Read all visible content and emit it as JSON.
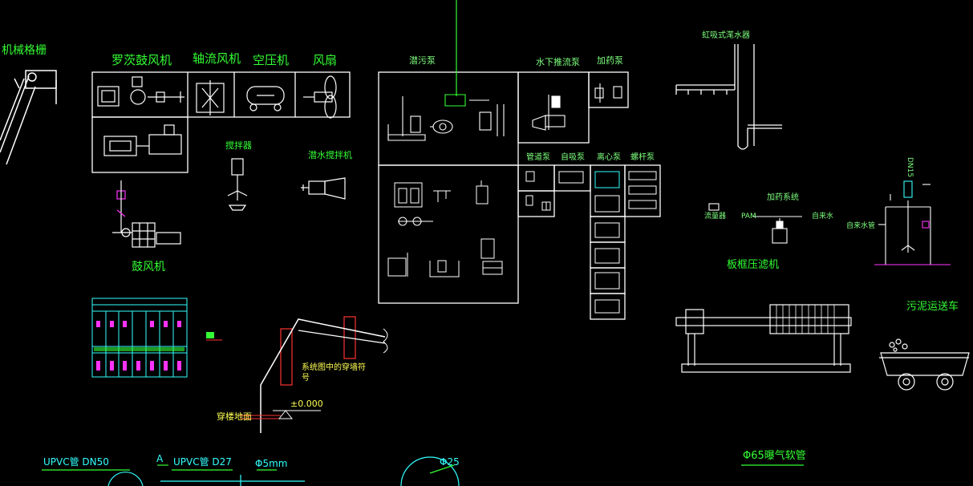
{
  "labels": {
    "mech_screen": "机械格栅",
    "roots_blower": "罗茨鼓风机",
    "axial_fan": "轴流风机",
    "air_compressor": "空压机",
    "fan": "风扇",
    "blower": "鼓风机",
    "mixer": "搅拌器",
    "submersible_mixer": "潜水搅拌机",
    "sewage_pump": "潜污泵",
    "underwater_flow_pump": "水下推流泵",
    "dosing_pump": "加药泵",
    "pipeline_pump": "管道泵",
    "self_priming_pump": "自吸泵",
    "centrifugal_pump": "离心泵",
    "screw_pump": "螺杆泵",
    "siphon_decanter": "虹吸式滗水器",
    "dosing_system": "加药系统",
    "flow_meter": "流量器",
    "pam": "PAM",
    "tap_water": "自来水",
    "tap_water_inlet": "自来水管",
    "dn15": "DN15",
    "plate_filter_press": "板框压滤机",
    "sludge_truck": "污泥运送车",
    "wall_penetration_note": "系统图中的穿墙符号",
    "floor_penetration": "穿楼地面",
    "elevation": "±0.000",
    "aeration_hose": "Φ65曝气软管",
    "upvc_dn50": "UPVC管  DN50",
    "upvc_d27": "UPVC管  D27",
    "section_a": "A",
    "diam_5mm": "Φ5mm",
    "diam_25": "Φ25"
  },
  "colors": {
    "background": "#000000",
    "frame": "#ffffff",
    "label_green": "#33ff33",
    "accent_yellow": "#ffff55",
    "accent_cyan": "#33ffff",
    "accent_magenta": "#ff33ff",
    "accent_red": "#ff3333"
  }
}
